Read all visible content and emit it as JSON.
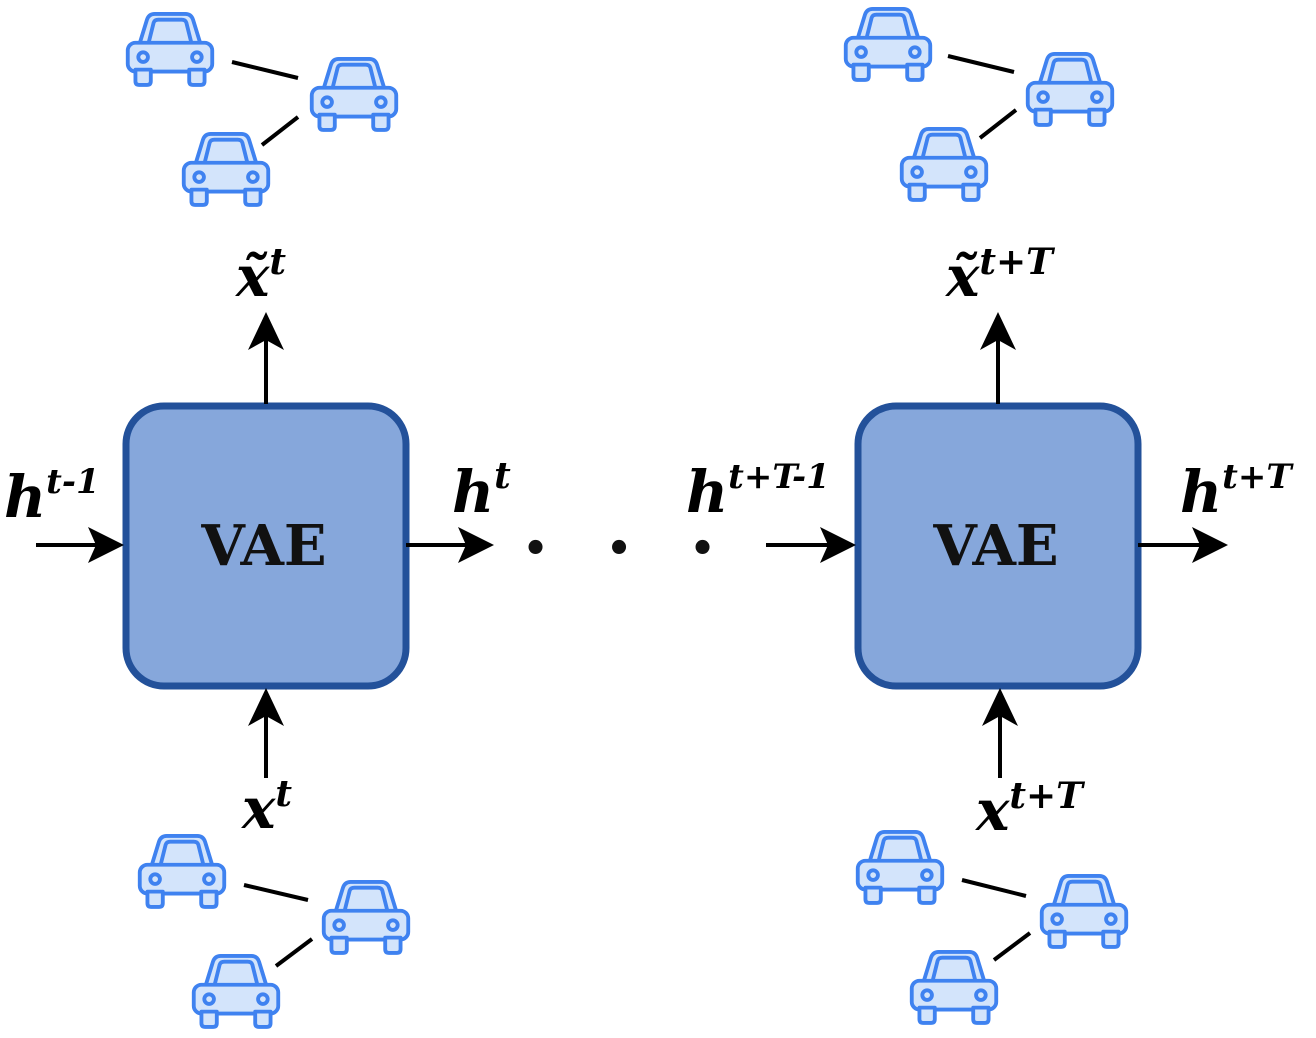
{
  "blocks": [
    {
      "label": "VAE"
    },
    {
      "label": "VAE"
    }
  ],
  "labels": {
    "h_prev": {
      "base": "h",
      "sup": "t-1"
    },
    "h_t": {
      "base": "h",
      "sup": "t"
    },
    "h_prev_T": {
      "base": "h",
      "sup": "t+T-1"
    },
    "h_tT": {
      "base": "h",
      "sup": "t+T"
    },
    "x_t": {
      "base": "x",
      "sup": "t"
    },
    "x_tT": {
      "base": "x",
      "sup": "t+T"
    },
    "xtilde_t": {
      "base": "x̃",
      "sup": "t"
    },
    "xtilde_tT": {
      "base": "x̃",
      "sup": "t+T"
    }
  },
  "ellipsis": "• • •",
  "icons": {
    "car": "car-icon",
    "colors": {
      "stroke": "#3f82f0",
      "fill": "#d3e4fb"
    }
  },
  "colors": {
    "box_fill": "#86a7db",
    "box_stroke": "#23519a",
    "arrow": "#000000"
  }
}
